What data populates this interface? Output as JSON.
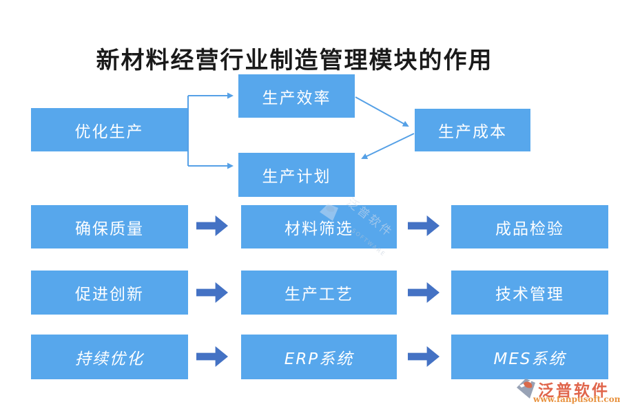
{
  "title": "新材料经营行业制造管理模块的作用",
  "top_flow": {
    "source": "优化生产",
    "branch_top": "生产效率",
    "branch_bottom": "生产计划",
    "result": "生产成本"
  },
  "rows": [
    {
      "left": "确保质量",
      "middle": "材料筛选",
      "right": "成品检验"
    },
    {
      "left": "促进创新",
      "middle": "生产工艺",
      "right": "技术管理"
    },
    {
      "left": "持续优化",
      "middle": "ERP系统",
      "right": "MES系统"
    }
  ],
  "watermark": {
    "text": "泛普软件",
    "subtext": "SOFTWARE"
  },
  "footer": {
    "brand": "泛普软件",
    "url": "www.fanpusoft.com"
  },
  "colors": {
    "box_blue": "#57A7EC",
    "arrow_blue": "#4472C4",
    "line_blue": "#55A0E6",
    "brand_red": "#E0654B",
    "url_orange": "#E8923F",
    "title_black": "#1a1a1a"
  }
}
